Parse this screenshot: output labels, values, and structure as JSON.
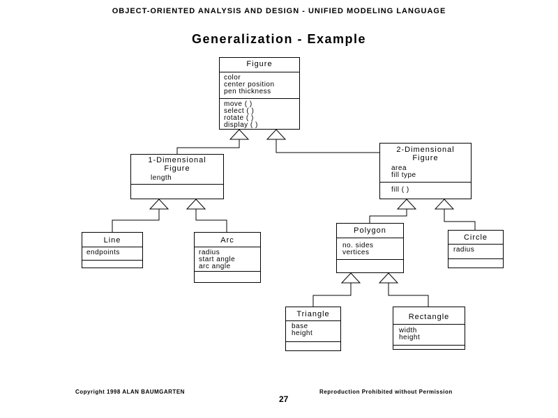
{
  "header": "OBJECT-ORIENTED ANALYSIS AND DESIGN - UNIFIED MODELING LANGUAGE",
  "title": "Generalization - Example",
  "classes": {
    "figure": {
      "name": "Figure",
      "attributes": [
        "color",
        "center position",
        "pen thickness"
      ],
      "operations": [
        "move ( )",
        "select ( )",
        "rotate ( )",
        "display ( )"
      ]
    },
    "one_dim": {
      "name_line1": "1-Dimensional",
      "name_line2": "Figure",
      "attributes": [
        "length"
      ],
      "operations": []
    },
    "two_dim": {
      "name_line1": "2-Dimensional",
      "name_line2": "Figure",
      "attributes": [
        "area",
        "fill type"
      ],
      "operations": [
        "fill ( )"
      ]
    },
    "line": {
      "name": "Line",
      "attributes": [
        "endpoints"
      ],
      "operations": []
    },
    "arc": {
      "name": "Arc",
      "attributes": [
        "radius",
        "start angle",
        "arc angle"
      ],
      "operations": []
    },
    "polygon": {
      "name": "Polygon",
      "attributes": [
        "no. sides",
        "vertices"
      ],
      "operations": []
    },
    "circle": {
      "name": "Circle",
      "attributes": [
        "radius"
      ],
      "operations": []
    },
    "triangle": {
      "name": "Triangle",
      "attributes": [
        "base",
        "height"
      ],
      "operations": []
    },
    "rectangle": {
      "name": "Rectangle",
      "attributes": [
        "width",
        "height"
      ],
      "operations": []
    }
  },
  "footer": {
    "copyright": "Copyright 1998 ALAN BAUMGARTEN",
    "notice": "Reproduction Prohibited without Permission",
    "page": "27"
  }
}
